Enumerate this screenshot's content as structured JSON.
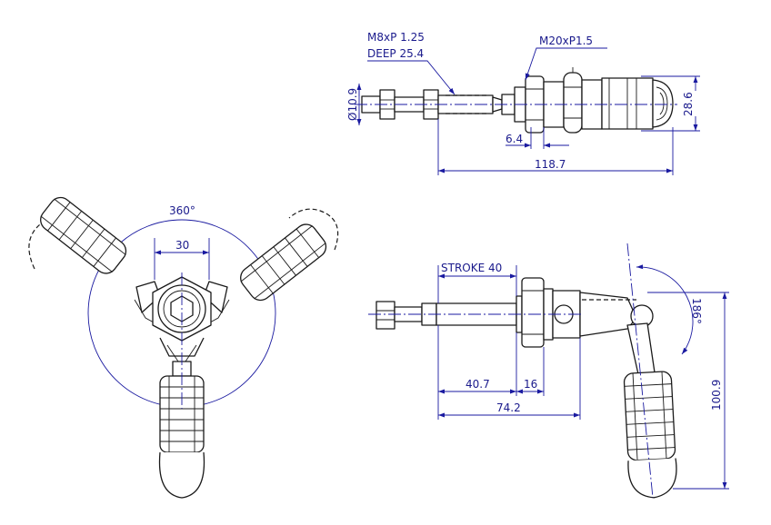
{
  "dimensions": {
    "thread_spec": "M8xP 1.25",
    "thread_depth": "DEEP 25.4",
    "mount_thread": "M20xP1.5",
    "rod_diameter": "Ø10.9",
    "body_height": "28.6",
    "nut_thickness": "6.4",
    "total_length": "118.7",
    "rotation_angle": "360°",
    "handle_spacing": "30",
    "stroke": "STROKE 40",
    "rod_extension": "40.7",
    "flange_width": "16",
    "body_length": "74.2",
    "handle_angle": "186°",
    "overall_height": "100.9"
  },
  "colors": {
    "outline": "#1a1a1a",
    "dimension": "#1a1aa0"
  }
}
